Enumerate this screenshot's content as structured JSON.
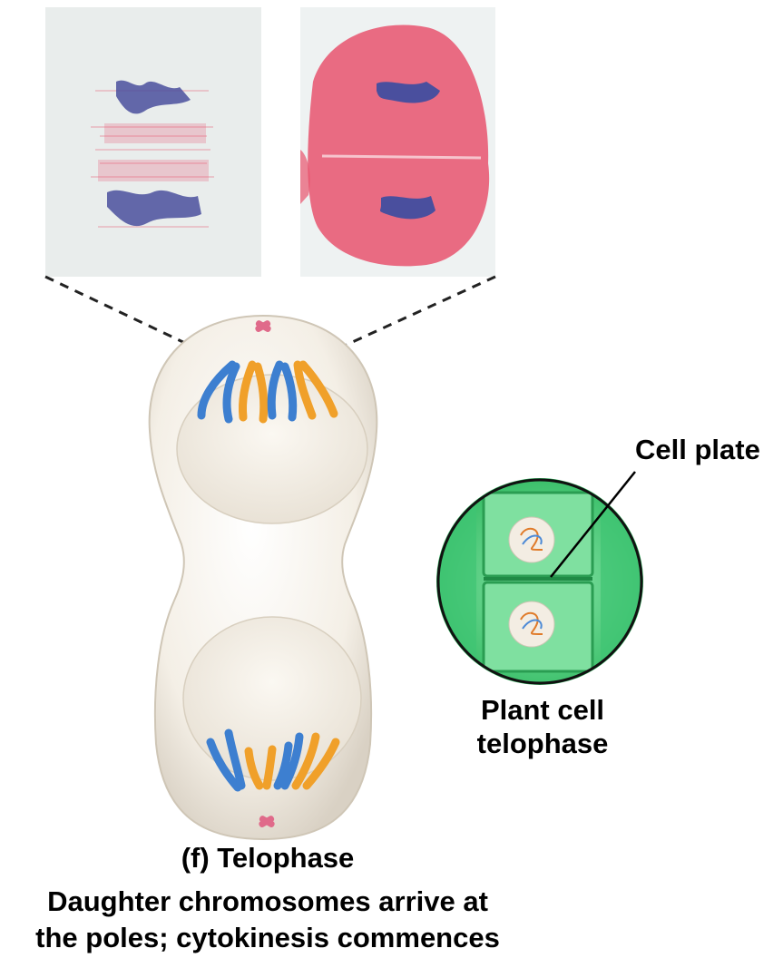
{
  "labels": {
    "cell_plate": "Cell plate",
    "plant_line1": "Plant cell",
    "plant_line2": "telophase",
    "stage": "(f) Telophase",
    "caption_line1": "Daughter chromosomes arrive at",
    "caption_line2": "the poles; cytokinesis commences"
  },
  "colors": {
    "micrograph_bg": "#e9edec",
    "spindle_pink": "#e8546e",
    "chromosome_stain": "#4a4f9e",
    "cell_body": "#f4efe6",
    "chromosome_blue": "#3d7fd0",
    "chromosome_orange": "#f0a02a",
    "centrosome": "#e06a8a",
    "plant_wall": "#2bb35a",
    "plant_cell_fill": "#7fe0a0"
  }
}
